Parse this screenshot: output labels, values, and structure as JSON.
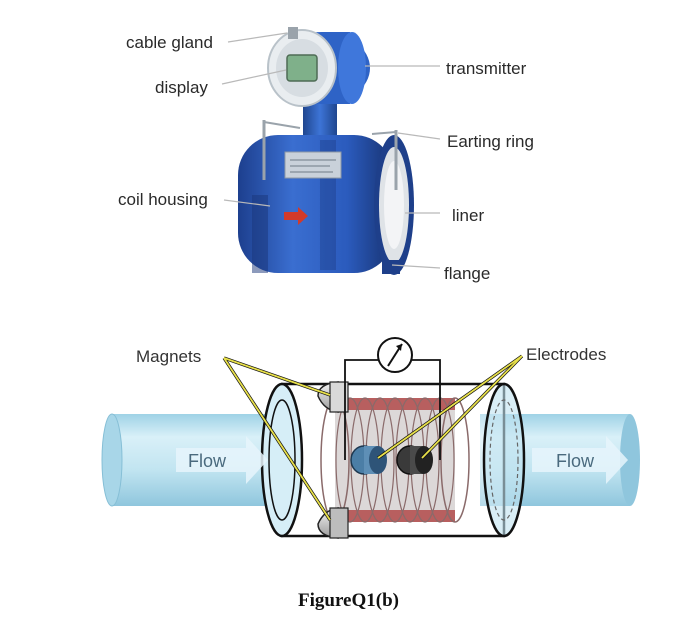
{
  "figure_a": {
    "labels": {
      "cable_gland": "cable gland",
      "display": "display",
      "transmitter": "transmitter",
      "earthing_ring": "Earting ring",
      "coil_housing": "coil housing",
      "liner": "liner",
      "flange": "flange"
    },
    "colors": {
      "body_blue": "#2f5fc0",
      "body_dark": "#1e3f8a",
      "transmitter_white": "#eef1f3",
      "display_green": "#7fb08a",
      "liner_white": "#f3f4f6"
    }
  },
  "figure_b": {
    "labels": {
      "magnets": "Magnets",
      "electrodes": "Electrodes",
      "flow_left": "Flow",
      "flow_right": "Flow"
    },
    "colors": {
      "pipe_blue": "#bfe3f0",
      "pipe_edge": "#7fb9d3",
      "leader_yellow": "#e8e04a",
      "coil_red": "#c96a6a"
    }
  },
  "caption": "FigureQ1(b)"
}
